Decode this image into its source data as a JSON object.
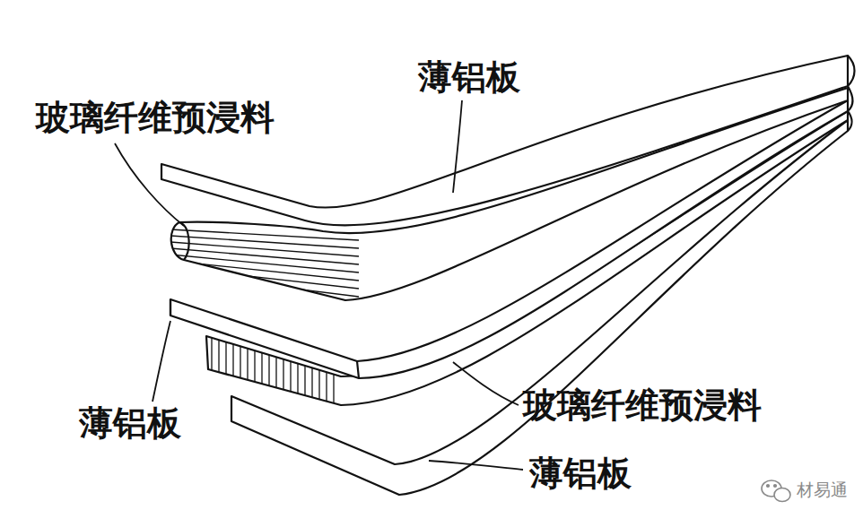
{
  "diagram": {
    "labels": [
      "薄铝板",
      "玻璃纤维预浸料",
      "薄铝板",
      "玻璃纤维预浸料",
      "薄铝板",
      "材易通"
    ]
  }
}
